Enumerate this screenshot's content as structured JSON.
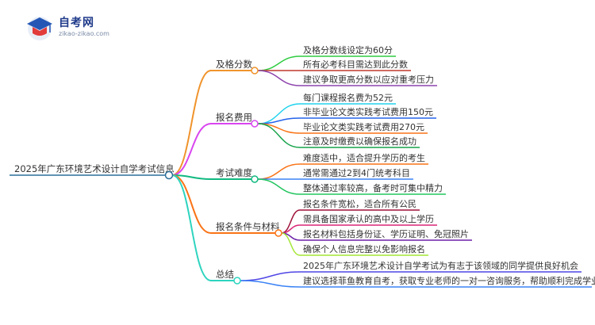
{
  "logo": {
    "name": "自考网",
    "url": "zikao-zikao.com"
  },
  "root": {
    "label": "2025年广东环境艺术设计自学考试信息",
    "color": "#2b6f9a"
  },
  "branches": [
    {
      "label": "及格分数",
      "color": "#f0932b",
      "leaves": [
        {
          "label": "及格分数线设定为60分",
          "color": "#2ecc40"
        },
        {
          "label": "所有必考科目需达到此分数",
          "color": "#c0392b"
        },
        {
          "label": "建议争取更高分数以应对重考压力",
          "color": "#8e44ad"
        }
      ]
    },
    {
      "label": "报名费用",
      "color": "#d946ef",
      "leaves": [
        {
          "label": "每门课程报名费为52元",
          "color": "#22d3ee"
        },
        {
          "label": "非毕业论文类实践考试费用150元",
          "color": "#2563eb"
        },
        {
          "label": "毕业论文类实践考试费用270元",
          "color": "#f97316"
        },
        {
          "label": "注意及时缴费以确保报名成功",
          "color": "#16a34a"
        }
      ]
    },
    {
      "label": "考试难度",
      "color": "#10b981",
      "leaves": [
        {
          "label": "难度适中，适合提升学历的考生",
          "color": "#f97316"
        },
        {
          "label": "通常需通过2到4门统考科目",
          "color": "#3b82f6"
        },
        {
          "label": "整体通过率较高，备考时可集中精力",
          "color": "#22c55e"
        }
      ]
    },
    {
      "label": "报名条件与材料",
      "color": "#f97316",
      "leaves": [
        {
          "label": "报名条件宽松，适合所有公民",
          "color": "#9f1239"
        },
        {
          "label": "需具备国家承认的高中及以上学历",
          "color": "#db2777"
        },
        {
          "label": "报名材料包括身份证、学历证明、免冠照片",
          "color": "#6b21a8"
        },
        {
          "label": "确保个人信息完整以免影响报名",
          "color": "#a3e635"
        }
      ]
    },
    {
      "label": "总结",
      "color": "#2dd4bf",
      "leaves": [
        {
          "label": "2025年广东环境艺术设计自学考试为有志于该领域的同学提供良好机会",
          "color": "#4f46e5"
        },
        {
          "label": "建议选择菲鱼教育自考，获取专业老师的一对一咨询服务，帮助顺利完成学业",
          "color": "#3b82f6"
        }
      ]
    }
  ]
}
